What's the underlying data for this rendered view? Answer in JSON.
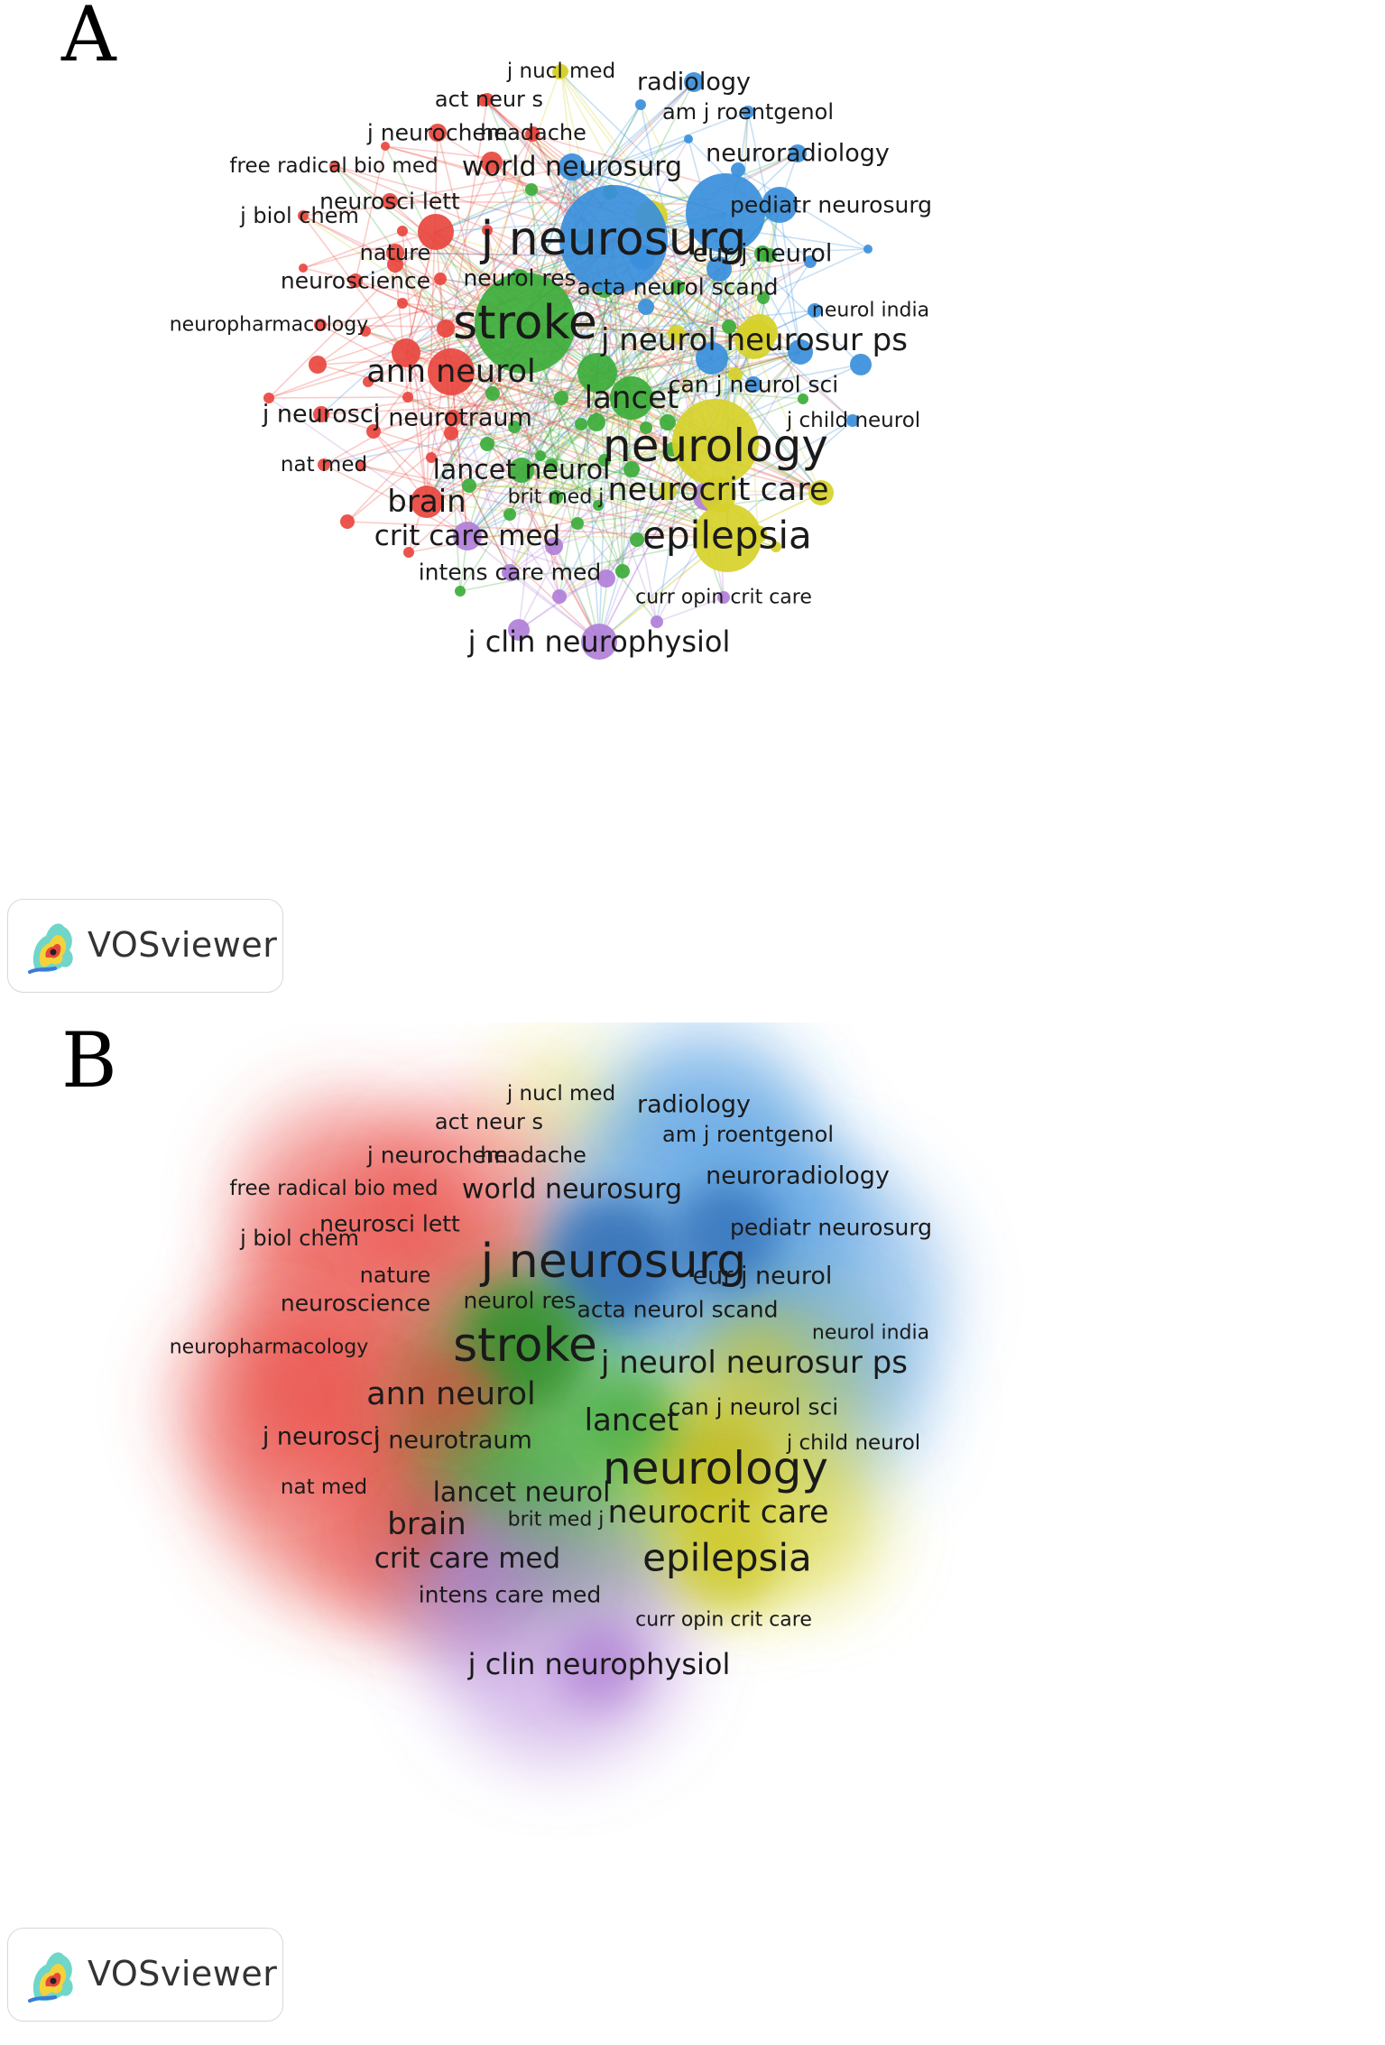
{
  "panels": [
    {
      "letter": "A",
      "view": "network"
    },
    {
      "letter": "B",
      "view": "density"
    }
  ],
  "brand": {
    "name": "VOSviewer",
    "icon": "vosviewer-logo-icon"
  },
  "colors": {
    "red": "#e8473e",
    "green": "#3cac3a",
    "blue": "#3a8fdc",
    "yellow": "#d6d12a",
    "purple": "#b07fd8"
  },
  "nodes": [
    {
      "id": "j_neurosurg",
      "label": "j neurosurg",
      "cluster": "blue",
      "weight": 10
    },
    {
      "id": "stroke",
      "label": "stroke",
      "cluster": "green",
      "weight": 9
    },
    {
      "id": "neurology",
      "label": "neurology",
      "cluster": "yellow",
      "weight": 8
    },
    {
      "id": "epilepsia",
      "label": "epilepsia",
      "cluster": "yellow",
      "weight": 6
    },
    {
      "id": "neurocrit_care",
      "label": "neurocrit care",
      "cluster": "yellow",
      "weight": 4
    },
    {
      "id": "j_neurol_neurosur_ps",
      "label": "j neurol neurosur ps",
      "cluster": "yellow",
      "weight": 4
    },
    {
      "id": "ann_neurol",
      "label": "ann neurol",
      "cluster": "red",
      "weight": 5
    },
    {
      "id": "lancet",
      "label": "lancet",
      "cluster": "green",
      "weight": 4
    },
    {
      "id": "world_neurosurg",
      "label": "world neurosurg",
      "cluster": "blue",
      "weight": 3
    },
    {
      "id": "j_clin_neurophysiol",
      "label": "j clin neurophysiol",
      "cluster": "purple",
      "weight": 3
    },
    {
      "id": "crit_care_med",
      "label": "crit care med",
      "cluster": "purple",
      "weight": 3
    },
    {
      "id": "brain",
      "label": "brain",
      "cluster": "red",
      "weight": 4
    },
    {
      "id": "lancet_neurol",
      "label": "lancet neurol",
      "cluster": "green",
      "weight": 3
    },
    {
      "id": "radiology",
      "label": "radiology",
      "cluster": "blue",
      "weight": 2
    },
    {
      "id": "neuroradiology",
      "label": "neuroradiology",
      "cluster": "blue",
      "weight": 2
    },
    {
      "id": "pediatr_neurosurg",
      "label": "pediatr neurosurg",
      "cluster": "blue",
      "weight": 3
    },
    {
      "id": "eur_j_neurol",
      "label": "eur j neurol",
      "cluster": "green",
      "weight": 2
    },
    {
      "id": "acta_neurol_scand",
      "label": "acta neurol scand",
      "cluster": "green",
      "weight": 2
    },
    {
      "id": "neurol_res",
      "label": "neurol res",
      "cluster": "green",
      "weight": 2
    },
    {
      "id": "j_neurotraum",
      "label": "j neurotraum",
      "cluster": "red",
      "weight": 2
    },
    {
      "id": "j_neurosci",
      "label": "j neurosci",
      "cluster": "red",
      "weight": 2
    },
    {
      "id": "intens_care_med",
      "label": "intens care med",
      "cluster": "purple",
      "weight": 2
    },
    {
      "id": "can_j_neurol_sci",
      "label": "can j neurol sci",
      "cluster": "blue",
      "weight": 2
    },
    {
      "id": "neurol_india",
      "label": "neurol india",
      "cluster": "blue",
      "weight": 2
    },
    {
      "id": "j_child_neurol",
      "label": "j child neurol",
      "cluster": "blue",
      "weight": 1
    },
    {
      "id": "curr_opin_crit_care",
      "label": "curr opin crit care",
      "cluster": "purple",
      "weight": 1
    },
    {
      "id": "brit_med_j",
      "label": "brit med j",
      "cluster": "green",
      "weight": 1
    },
    {
      "id": "nat_med",
      "label": "nat med",
      "cluster": "red",
      "weight": 1
    },
    {
      "id": "neuropharmacology",
      "label": "neuropharmacology",
      "cluster": "red",
      "weight": 1
    },
    {
      "id": "neuroscience",
      "label": "neuroscience",
      "cluster": "red",
      "weight": 2
    },
    {
      "id": "nature",
      "label": "nature",
      "cluster": "red",
      "weight": 2
    },
    {
      "id": "j_biol_chem",
      "label": "j biol chem",
      "cluster": "red",
      "weight": 1
    },
    {
      "id": "neurosci_lett",
      "label": "neurosci lett",
      "cluster": "red",
      "weight": 2
    },
    {
      "id": "free_radical_bio_med",
      "label": "free radical bio med",
      "cluster": "red",
      "weight": 1
    },
    {
      "id": "j_neurochem",
      "label": "j neurochem",
      "cluster": "red",
      "weight": 2
    },
    {
      "id": "headache",
      "label": "headache",
      "cluster": "red",
      "weight": 1
    },
    {
      "id": "act_neur_s",
      "label": "act neur s",
      "cluster": "red",
      "weight": 1
    },
    {
      "id": "j_nucl_med",
      "label": "j nucl med",
      "cluster": "yellow",
      "weight": 1
    },
    {
      "id": "am_j_roentgenol",
      "label": "am j roentgenol",
      "cluster": "blue",
      "weight": 1
    }
  ]
}
